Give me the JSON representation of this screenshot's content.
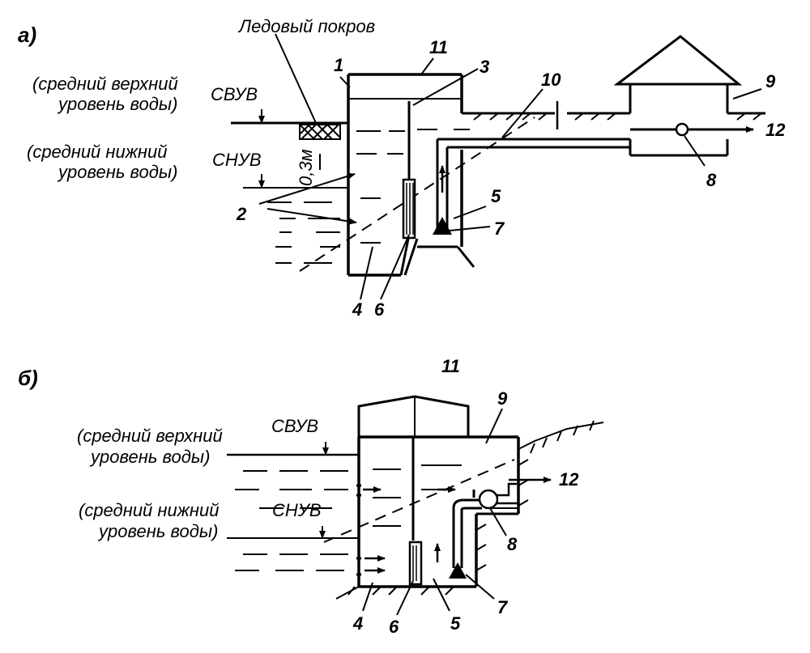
{
  "diagram_a": {
    "section_label": "а)",
    "ice_label": "Ледовый покров",
    "upper_level_desc": [
      "(средний верхний",
      "уровень воды)"
    ],
    "upper_level_abbr": "СВУВ",
    "lower_level_desc": [
      "(средний нижний",
      "уровень воды)"
    ],
    "lower_level_abbr": "СНУВ",
    "depth_label": "0,3м",
    "numbers": [
      "1",
      "2",
      "3",
      "4",
      "5",
      "6",
      "7",
      "8",
      "9",
      "10",
      "11",
      "12"
    ]
  },
  "diagram_b": {
    "section_label": "б)",
    "upper_level_desc": [
      "(средний верхний",
      "уровень воды)"
    ],
    "upper_level_abbr": "СВУВ",
    "lower_level_desc": [
      "(средний нижний",
      "уровень воды)"
    ],
    "lower_level_abbr": "СНУВ",
    "numbers": [
      "4",
      "5",
      "6",
      "7",
      "8",
      "9",
      "11",
      "12"
    ]
  }
}
